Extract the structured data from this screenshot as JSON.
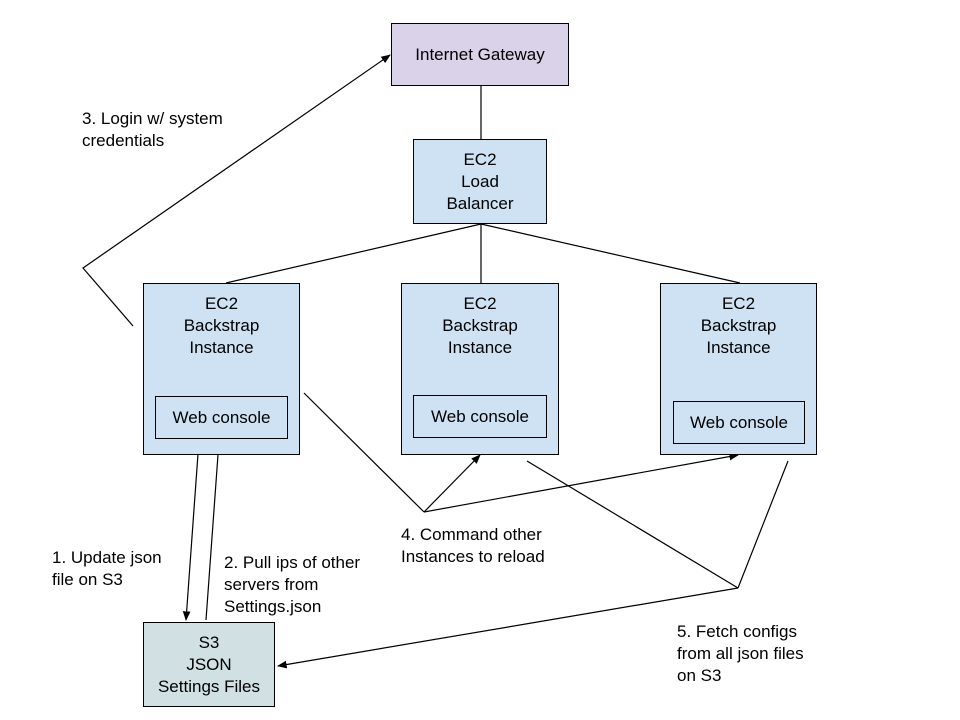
{
  "colors": {
    "gateway_fill": "#d9d2e9",
    "instance_fill": "#cfe2f3",
    "s3_fill": "#d0e0e3",
    "stroke": "#000000",
    "text": "#000000"
  },
  "internet_gateway": {
    "label": "Internet Gateway"
  },
  "load_balancer": {
    "lines": [
      "EC2",
      "Load",
      "Balancer"
    ]
  },
  "instances": [
    {
      "lines": [
        "EC2",
        "Backstrap",
        "Instance"
      ],
      "console": "Web console"
    },
    {
      "lines": [
        "EC2",
        "Backstrap",
        "Instance"
      ],
      "console": "Web console"
    },
    {
      "lines": [
        "EC2",
        "Backstrap",
        "Instance"
      ],
      "console": "Web console"
    }
  ],
  "s3": {
    "lines": [
      "S3",
      "JSON",
      "Settings Files"
    ]
  },
  "annotations": {
    "step1": [
      "1. Update json",
      "file on S3"
    ],
    "step2": [
      "2. Pull ips of other",
      "servers from",
      "Settings.json"
    ],
    "step3": [
      "3. Login w/ system",
      "credentials"
    ],
    "step4": [
      "4. Command other",
      "Instances to reload"
    ],
    "step5": [
      "5. Fetch configs",
      "from all json files",
      "on S3"
    ]
  }
}
